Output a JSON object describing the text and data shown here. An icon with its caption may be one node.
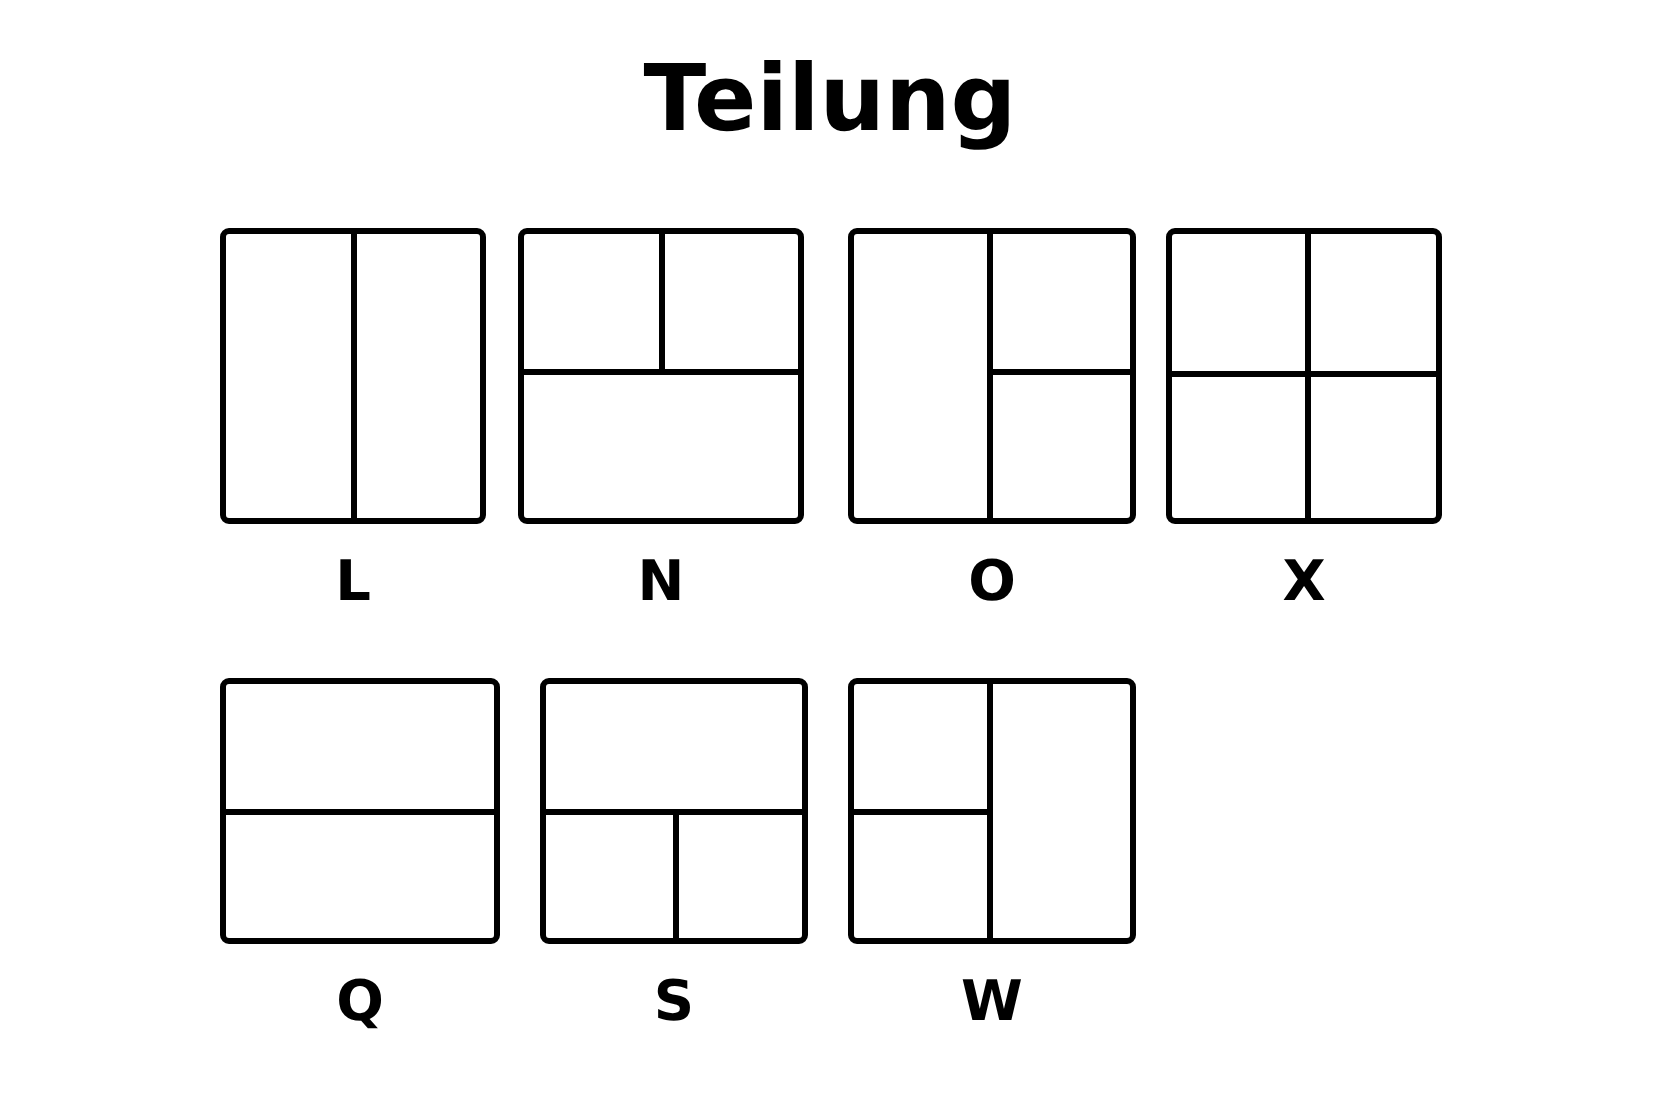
{
  "diagram": {
    "title": "Teilung",
    "nodes": [
      {
        "text": [
          "L"
        ]
      },
      {
        "text": [
          "N"
        ]
      },
      {
        "text": [
          "O"
        ]
      },
      {
        "text": [
          "X"
        ]
      },
      {
        "text": [
          "Q"
        ]
      },
      {
        "text": [
          "S"
        ]
      },
      {
        "text": [
          "W"
        ]
      }
    ]
  }
}
